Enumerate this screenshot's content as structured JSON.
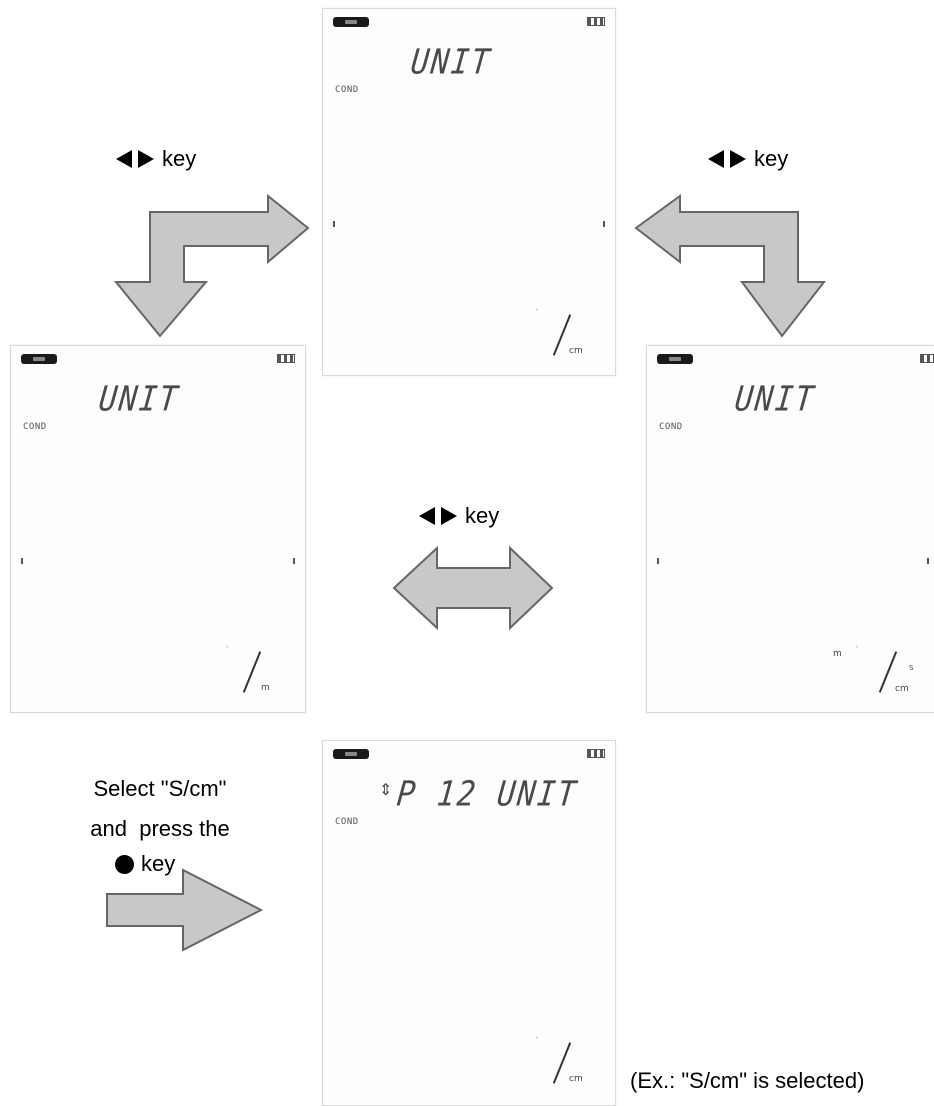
{
  "key_label": "key",
  "screens": {
    "top": {
      "title": "UNIT",
      "mode": "COND",
      "denominator": "cm"
    },
    "left": {
      "title": "UNIT",
      "mode": "COND",
      "denominator": "m"
    },
    "right": {
      "title": "UNIT",
      "mode": "COND",
      "prefix": "m",
      "numerator": "S",
      "denominator": "cm"
    },
    "bottom": {
      "title": "P 12 UNIT",
      "mode": "COND",
      "denominator": "cm"
    }
  },
  "instruction": {
    "line1": "Select \"S/cm\"",
    "line2": "and  press the",
    "line3": "key"
  },
  "note": "(Ex.: \"S/cm\" is selected)",
  "colors": {
    "arrow_fill": "#c8c8c8",
    "arrow_stroke": "#666666"
  }
}
